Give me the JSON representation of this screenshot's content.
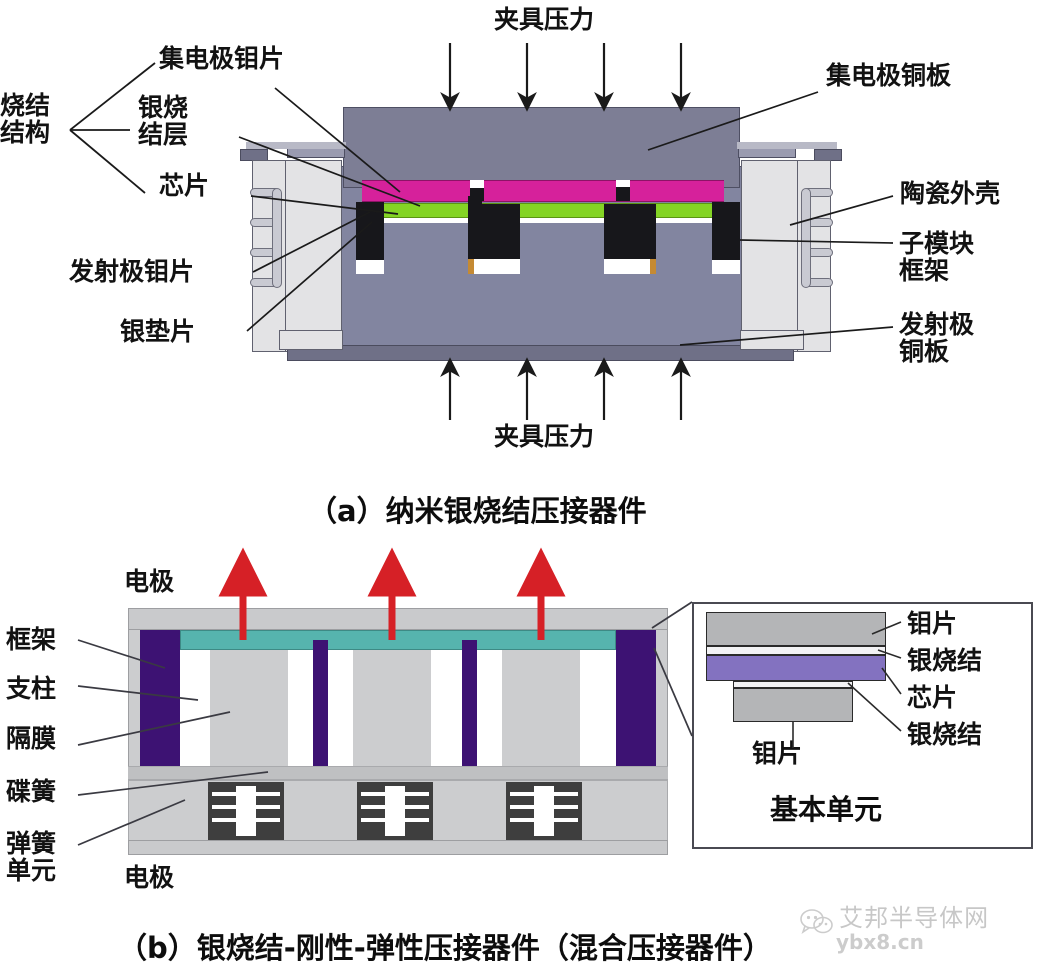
{
  "figure": {
    "panel_a": {
      "caption": "（a）纳米银烧结压接器件",
      "force_label_top": "夹具压力",
      "force_label_bottom": "夹具压力",
      "group_label": "烧结\n结构",
      "labels_left": [
        "集电极钼片",
        "银烧\n结层",
        "芯片",
        "发射极钼片",
        "银垫片"
      ],
      "labels_right": [
        "集电极铜板",
        "陶瓷外壳",
        "子模块\n框架",
        "发射极\n铜板"
      ],
      "arrow_count_top": 4,
      "arrow_count_bottom": 4
    },
    "panel_b": {
      "caption": "（b）银烧结-刚性-弹性压接器件（混合压接器件）",
      "electrode_top": "电极",
      "electrode_bottom": "电极",
      "labels_left": [
        "框架",
        "支柱",
        "隔膜",
        "碟簧",
        "弹簧\n单元"
      ],
      "inset": {
        "title": "基本单元",
        "labels_right": [
          "钼片",
          "银烧结",
          "芯片",
          "银烧结"
        ],
        "label_bottom": "钼片"
      },
      "red_arrow_count": 3,
      "spring_unit_count": 3
    },
    "watermark": {
      "name": "艾邦半导体网",
      "url": "ybx8.cn",
      "icon": "wechat-icon"
    },
    "colors": {
      "magenta_layer": "#d6219b",
      "green_layer": "#84d425",
      "body_gray": "#8285a0",
      "ceramic": "#e3e3e5",
      "teal_layer": "#56b4ae",
      "purple_frame": "#3d1273",
      "chip_purple": "#8372c0",
      "arrow_red": "#d62026"
    }
  }
}
